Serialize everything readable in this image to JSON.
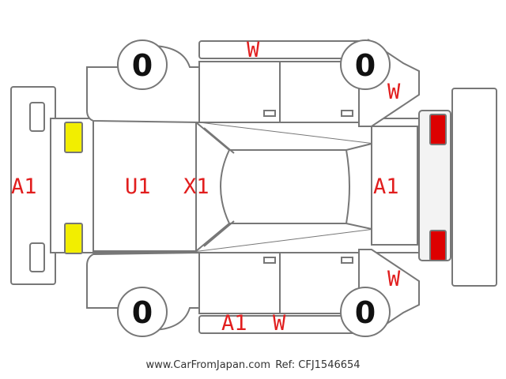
{
  "labels": {
    "front_bumper": "A1",
    "hood": "U1",
    "windshield": "X1",
    "rear_bumper": "A1",
    "roof_rail_top": "W",
    "rear_right_quarter": "W",
    "rear_left_quarter": "W",
    "bottom_rail_a": "A1",
    "bottom_rail_w": "W"
  },
  "tires": [
    "0",
    "0",
    "0",
    "0"
  ],
  "colors": {
    "label": "#e11e1e",
    "headlight": "#f2ee00",
    "taillight": "#dd0000",
    "outline": "#777777"
  },
  "footer": {
    "site": "www.CarFromJapan.com",
    "ref": "Ref: CFJ1546654"
  }
}
